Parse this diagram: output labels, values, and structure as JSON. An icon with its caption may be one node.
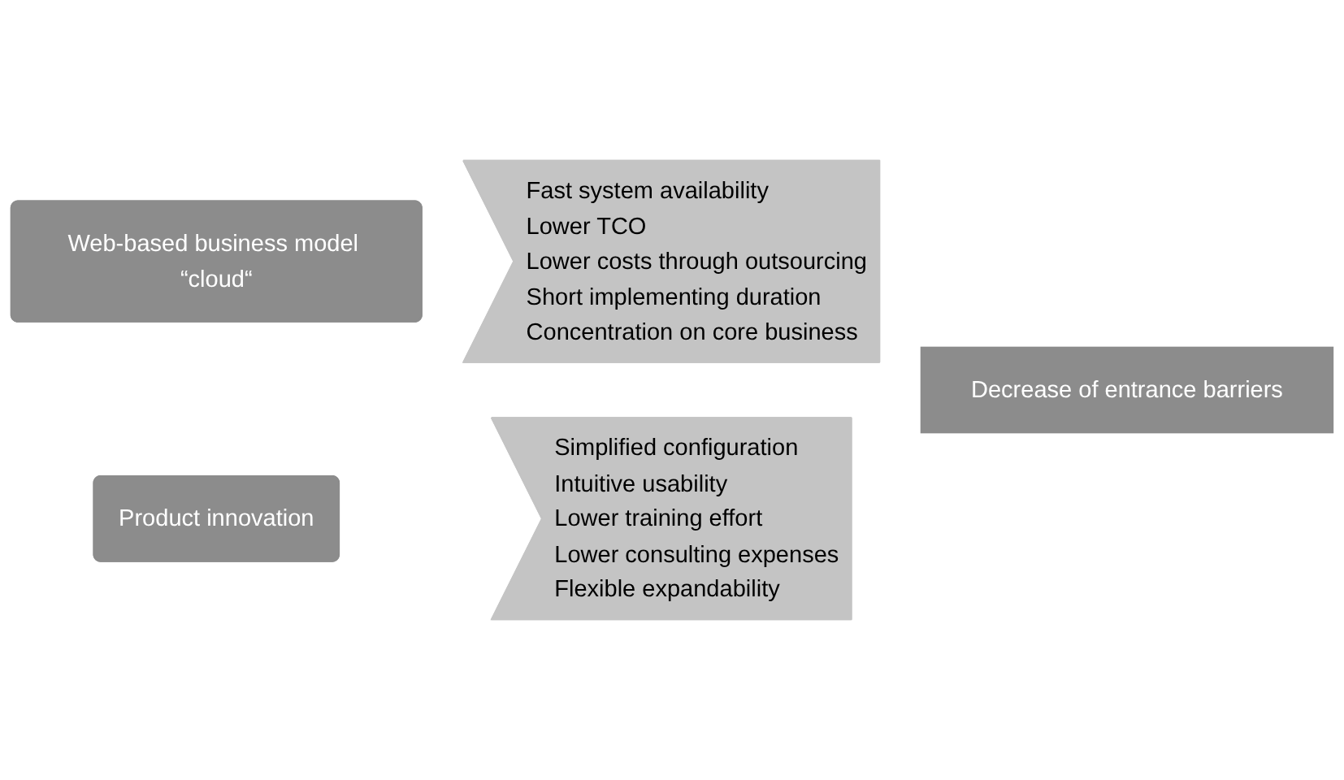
{
  "diagram": {
    "nodes": [
      {
        "text": [
          "Web-based business model “cloud“"
        ]
      },
      {
        "text": [
          "Fast system availability",
          "Lower TCO",
          "Lower costs through outsourcing",
          "Short implementing duration",
          "Concentration on core business"
        ]
      },
      {
        "text": [
          "Product innovation"
        ]
      },
      {
        "text": [
          "Simplified configuration",
          "Intuitive usability",
          "Lower training effort",
          "Lower consulting expenses",
          "Flexible expandability"
        ]
      },
      {
        "text": [
          "Decrease of entrance barriers"
        ]
      }
    ]
  }
}
